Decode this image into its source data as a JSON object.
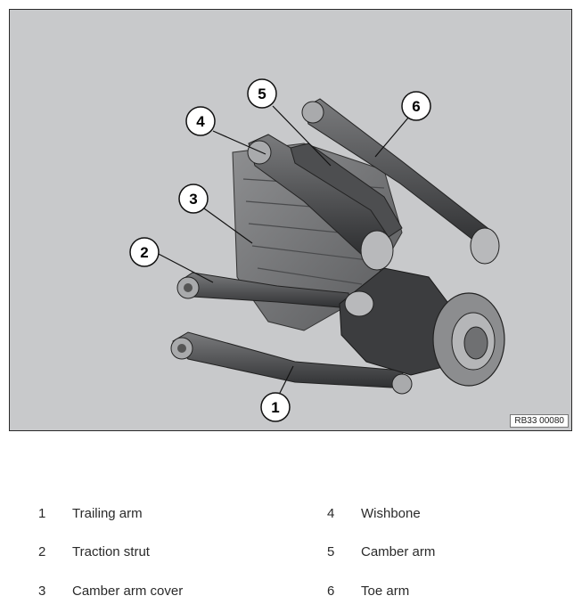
{
  "figure": {
    "reference_code": "RB33 00080",
    "callouts": [
      "1",
      "2",
      "3",
      "4",
      "5",
      "6"
    ]
  },
  "legend": [
    {
      "number": "1",
      "label": "Trailing arm"
    },
    {
      "number": "2",
      "label": "Traction strut"
    },
    {
      "number": "3",
      "label": "Camber arm cover"
    },
    {
      "number": "4",
      "label": "Wishbone"
    },
    {
      "number": "5",
      "label": "Camber arm"
    },
    {
      "number": "6",
      "label": "Toe arm"
    }
  ],
  "colors": {
    "background": "#c8c9cb",
    "parts_dark": "#3c3d3f",
    "parts_mid": "#6a6b6d",
    "parts_light": "#a9aaac",
    "callout_fill": "#ffffff",
    "callout_stroke": "#111111"
  }
}
